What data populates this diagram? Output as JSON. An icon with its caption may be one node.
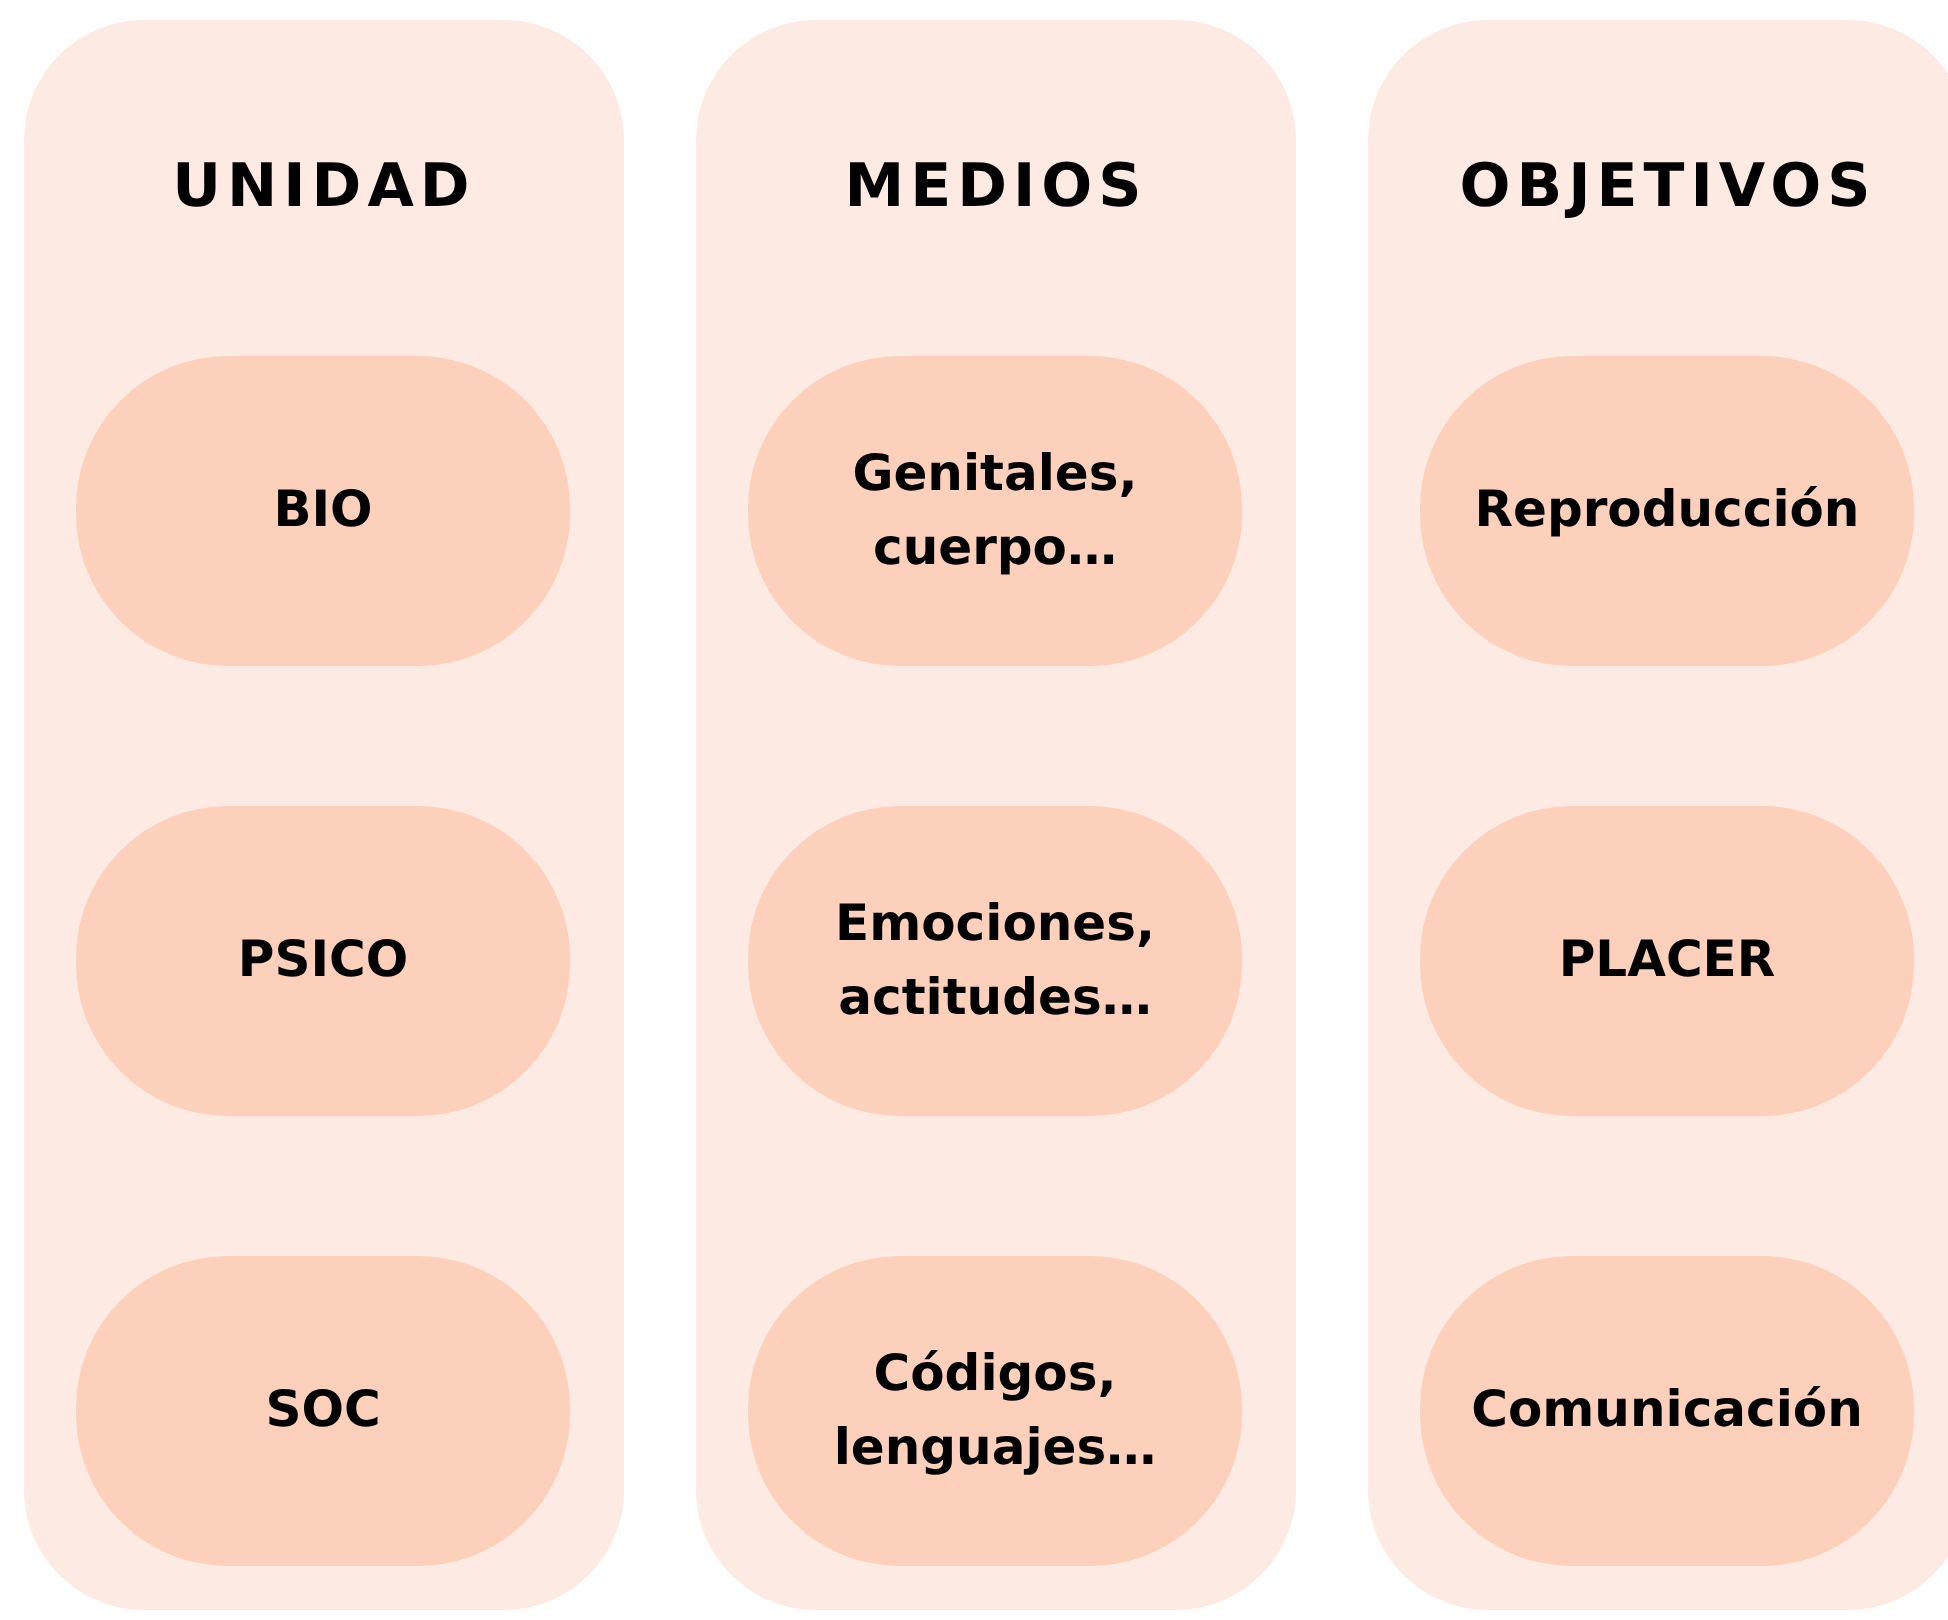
{
  "diagram": {
    "nodes": [
      {
        "text": [
          "UNIDAD"
        ]
      },
      {
        "text": [
          "BIO"
        ],
        "in": 0
      },
      {
        "text": [
          "PSICO"
        ],
        "in": 0
      },
      {
        "text": [
          "SOC"
        ],
        "in": 0
      },
      {
        "text": [
          "MEDIOS"
        ]
      },
      {
        "text": [
          "Genitales, cuerpo…"
        ],
        "in": 4
      },
      {
        "text": [
          "Emociones, actitudes…"
        ],
        "in": 4
      },
      {
        "text": [
          "Códigos, lenguajes…"
        ],
        "in": 4
      },
      {
        "text": [
          "OBJETIVOS"
        ]
      },
      {
        "text": [
          "Reproducción"
        ],
        "in": 8
      },
      {
        "text": [
          "PLACER"
        ],
        "in": 8
      },
      {
        "text": [
          "Comunicación"
        ],
        "in": 8
      }
    ],
    "edges": []
  }
}
